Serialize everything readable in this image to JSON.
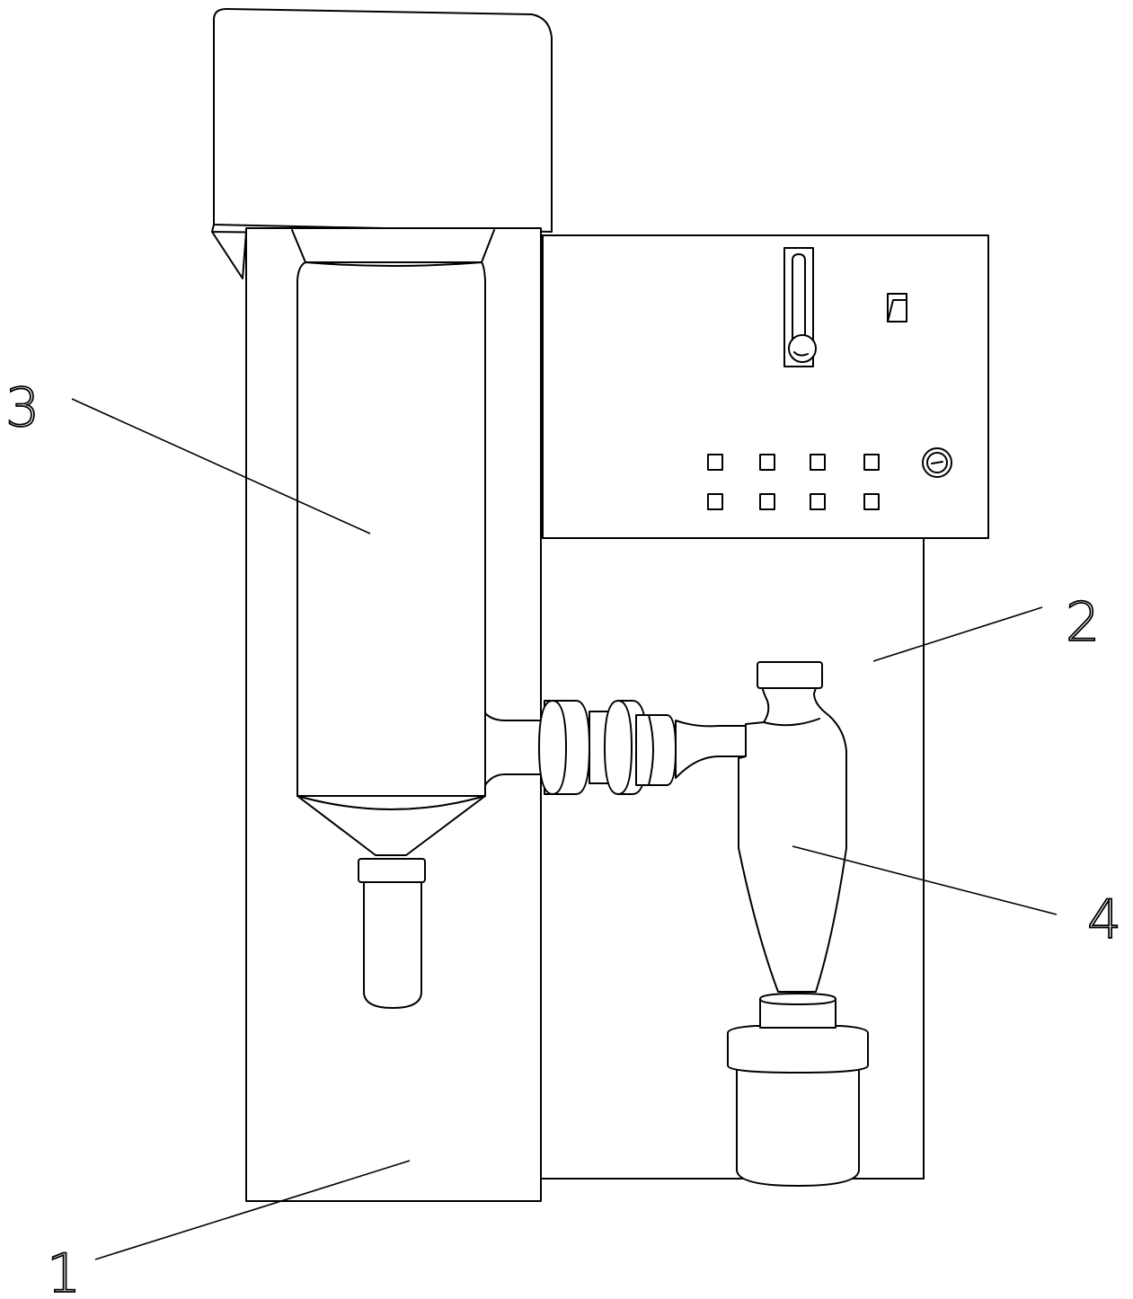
{
  "callouts": [
    {
      "id": "1",
      "label": "1",
      "part": "base-cabinet"
    },
    {
      "id": "2",
      "label": "2",
      "part": "rear-frame"
    },
    {
      "id": "3",
      "label": "3",
      "part": "drying-tower"
    },
    {
      "id": "4",
      "label": "4",
      "part": "cyclone-separator"
    }
  ],
  "control_panel": {
    "button_count": 8,
    "switch_count": 1,
    "knob_count": 1,
    "gauge_count": 1
  },
  "colors": {
    "line": "#000000",
    "background": "#ffffff"
  }
}
